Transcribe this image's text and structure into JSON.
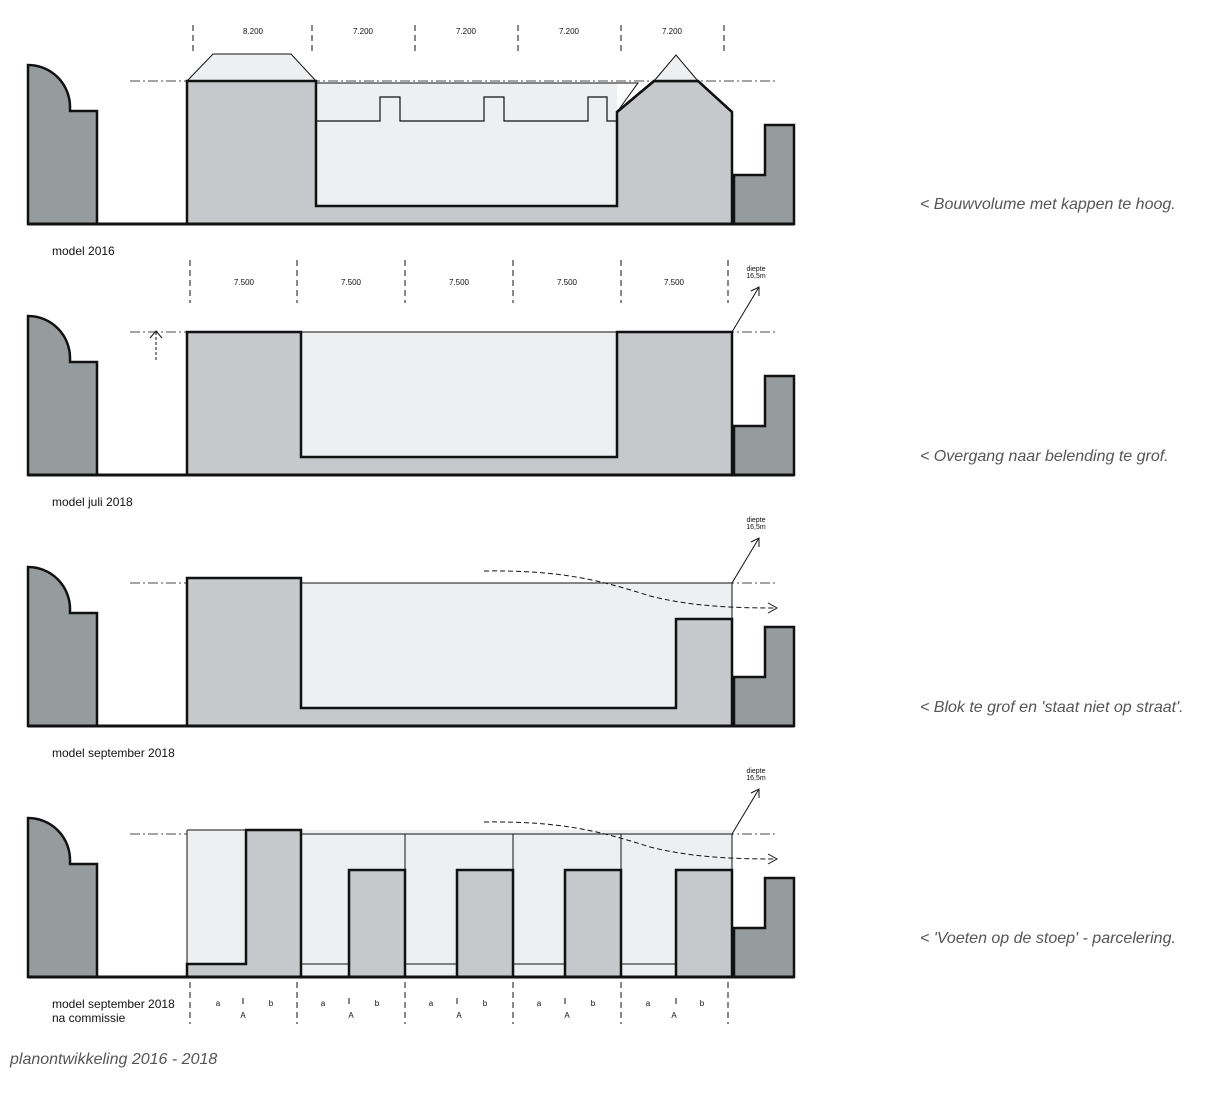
{
  "caption": "planontwikkeling 2016 - 2018",
  "models": [
    {
      "label": "model 2016",
      "note": "< Bouwvolume met kappen te hoog.",
      "dimensions": [
        "8.200",
        "7.200",
        "7.200",
        "7.200",
        "7.200"
      ]
    },
    {
      "label": "model juli 2018",
      "note": "< Overgang naar belending te grof.",
      "dimensions": [
        "7.500",
        "7.500",
        "7.500",
        "7.500",
        "7.500"
      ],
      "depth": [
        "diepte",
        "16,5m"
      ]
    },
    {
      "label": "model september 2018",
      "note": "< Blok te grof en 'staat niet op straat'.",
      "depth": [
        "diepte",
        "16,5m"
      ]
    },
    {
      "label": [
        "model september 2018",
        "na commissie"
      ],
      "note": "< 'Voeten op de stoep' - parcelering.",
      "depth": [
        "diepte",
        "16,5m"
      ],
      "parcels": [
        "a",
        "b",
        "a",
        "b",
        "a",
        "b",
        "a",
        "b",
        "a",
        "b"
      ],
      "plots": [
        "A",
        "A",
        "A",
        "A",
        "A"
      ]
    }
  ],
  "colors": {
    "neighbour": "#969c9d",
    "volume": "#c7c8cb",
    "courtyard": "#eeeff0",
    "line": "#111111",
    "note_text": "#555555"
  }
}
